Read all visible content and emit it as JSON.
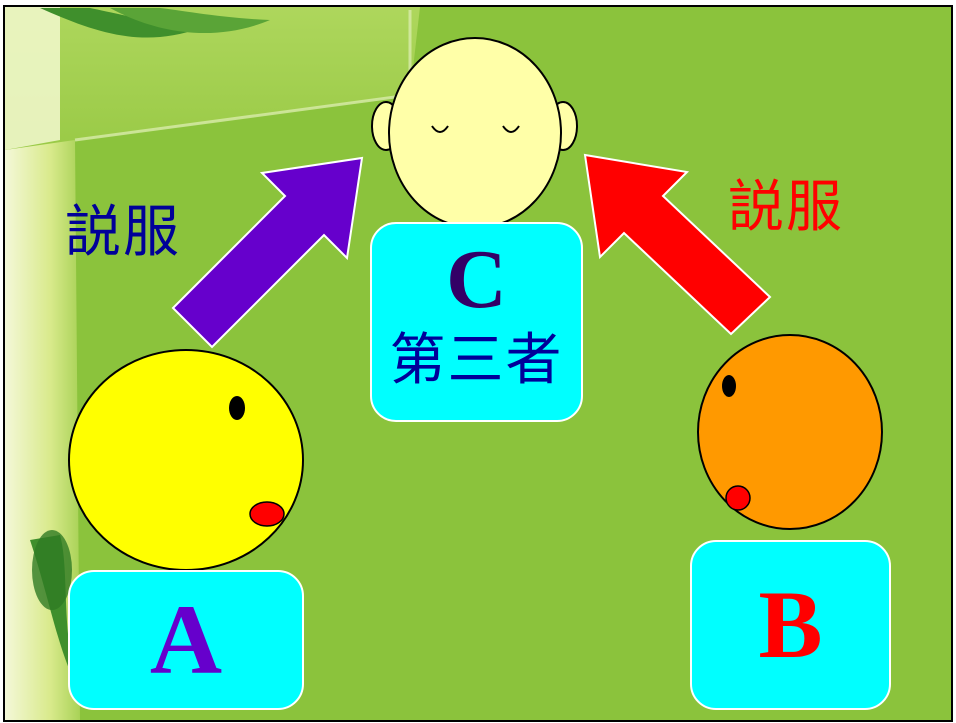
{
  "persuade_left": "説服",
  "persuade_right": "説服",
  "person_a": {
    "letter": "A"
  },
  "person_b": {
    "letter": "B"
  },
  "person_c": {
    "letter": "C",
    "role": "第三者"
  },
  "colors": {
    "background": "#8bc33c",
    "label_box": "#00ffff",
    "arrow_left": "#6600cc",
    "arrow_right": "#ff0000",
    "face_a": "#ffff00",
    "face_b": "#ff9900",
    "face_c": "#ffffa8",
    "mouth": "#ff0000",
    "letter_a": "#6600cc",
    "letter_b": "#ff0000",
    "letter_c": "#330066",
    "persuade_left_text": "#000099",
    "persuade_right_text": "#ff0000"
  }
}
